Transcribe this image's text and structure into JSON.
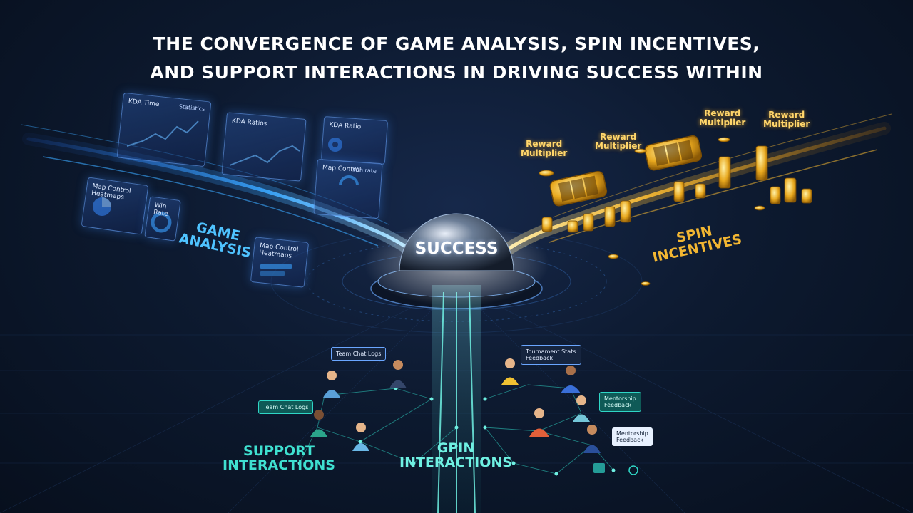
{
  "title": {
    "line1": "THE CONVERGENCE OF GAME ANALYSIS, SPIN INCENTIVES,",
    "line2": "AND SUPPORT INTERACTIONS IN DRIVING SUCCESS WITHIN"
  },
  "center": {
    "label": "SUCCESS"
  },
  "sections": {
    "game": {
      "line1": "GAME",
      "line2": "ANALYSIS"
    },
    "spin": {
      "line1": "SPIN",
      "line2": "INCENTIVES"
    },
    "support": {
      "line1": "SUPPORT",
      "line2": "INTERACTIONS"
    },
    "gpin": {
      "line1": "GPIN",
      "line2": "INTERACTIONS"
    }
  },
  "panels": {
    "kda_time": {
      "title": "KDA Time",
      "right": "Statistics"
    },
    "kda_ratios": {
      "title": "KDA Ratios"
    },
    "kda_ratio_small": {
      "title": "KDA Ratio"
    },
    "map_control_right": {
      "title": "Map Control",
      "right": "Win rate"
    },
    "map_control_left": {
      "title": "Map Control Heatmaps"
    },
    "win_rate": {
      "title": "Win Rate"
    },
    "map_control_bottom": {
      "title": "Map Control Heatmaps"
    }
  },
  "rewards": [
    {
      "line1": "Reward",
      "line2": "Multiplier"
    },
    {
      "line1": "Reward",
      "line2": "Multiplier"
    },
    {
      "line1": "Reward",
      "line2": "Multiplier"
    },
    {
      "line1": "Reward",
      "line2": "Multiplier"
    }
  ],
  "bubbles": {
    "team_chat_1": "Team Chat Logs",
    "team_chat_2": "Team Chat Logs",
    "feedback_top": {
      "line1": "Tournament Stats",
      "line2": "Feedback"
    },
    "mentorship_1": {
      "line1": "Mentorship",
      "line2": "Feedback"
    },
    "mentorship_2": {
      "line1": "Mentorship",
      "line2": "Feedback"
    }
  },
  "colors": {
    "background": "#0a1526",
    "blue_stream": "#3aa8ff",
    "gold_stream": "#f2b632",
    "teal_stream": "#3fe0d0",
    "title_text": "#ffffff"
  }
}
